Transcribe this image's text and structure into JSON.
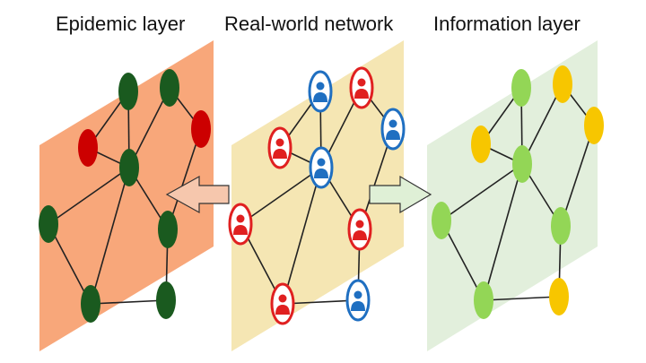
{
  "titles": {
    "epidemic": "Epidemic layer",
    "realworld": "Real-world network",
    "information": "Information layer"
  },
  "colors": {
    "epidemic_bg": "#f8a77a",
    "realworld_bg": "#f5e6b3",
    "information_bg": "#e2efdc",
    "healthy": "#1a5a1f",
    "infected": "#cc0000",
    "person_blue": "#1f6fc1",
    "person_red": "#e02020",
    "aware": "#f7c600",
    "unaware": "#93d656",
    "arrow_left_fill": "#f6c7ad",
    "arrow_right_fill": "#dff0d6",
    "edge": "#222222"
  },
  "epidemic_nodes": [
    "healthy",
    "healthy",
    "infected",
    "infected",
    "healthy",
    "healthy",
    "healthy",
    "healthy",
    "healthy"
  ],
  "realworld_nodes": [
    "blue",
    "red",
    "blue",
    "red",
    "blue",
    "red",
    "red",
    "blue",
    "red"
  ],
  "information_nodes": [
    "unaware",
    "aware",
    "aware",
    "aware",
    "unaware",
    "unaware",
    "unaware",
    "aware",
    "unaware"
  ]
}
